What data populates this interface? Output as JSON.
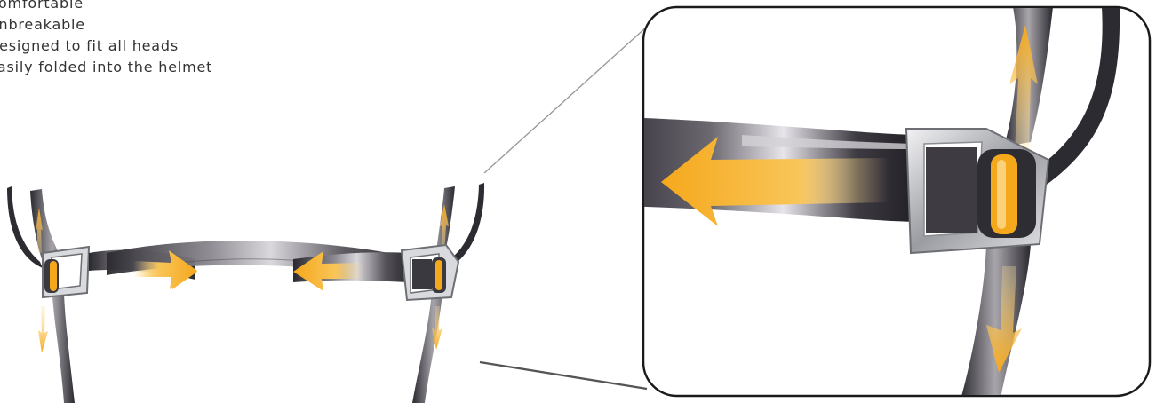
{
  "features": [
    "Comfortable",
    "Unbreakable",
    "Designed to fit all heads",
    "Easily folded into the helmet"
  ],
  "colors": {
    "strap_dark": "#2b2930",
    "strap_light": "#d8d6db",
    "buckle_silver": "#b7b9bd",
    "arrow_orange": "#f5a81c",
    "arrow_yellow": "#fde3a1",
    "callout_border": "#1a1a1a"
  },
  "icons": {
    "left_assembly": "strap-with-buckle",
    "right_assembly": "strap-with-buckle",
    "detail_view": "zoomed-buckle-detail",
    "arrows": "adjustment-direction-arrows"
  }
}
